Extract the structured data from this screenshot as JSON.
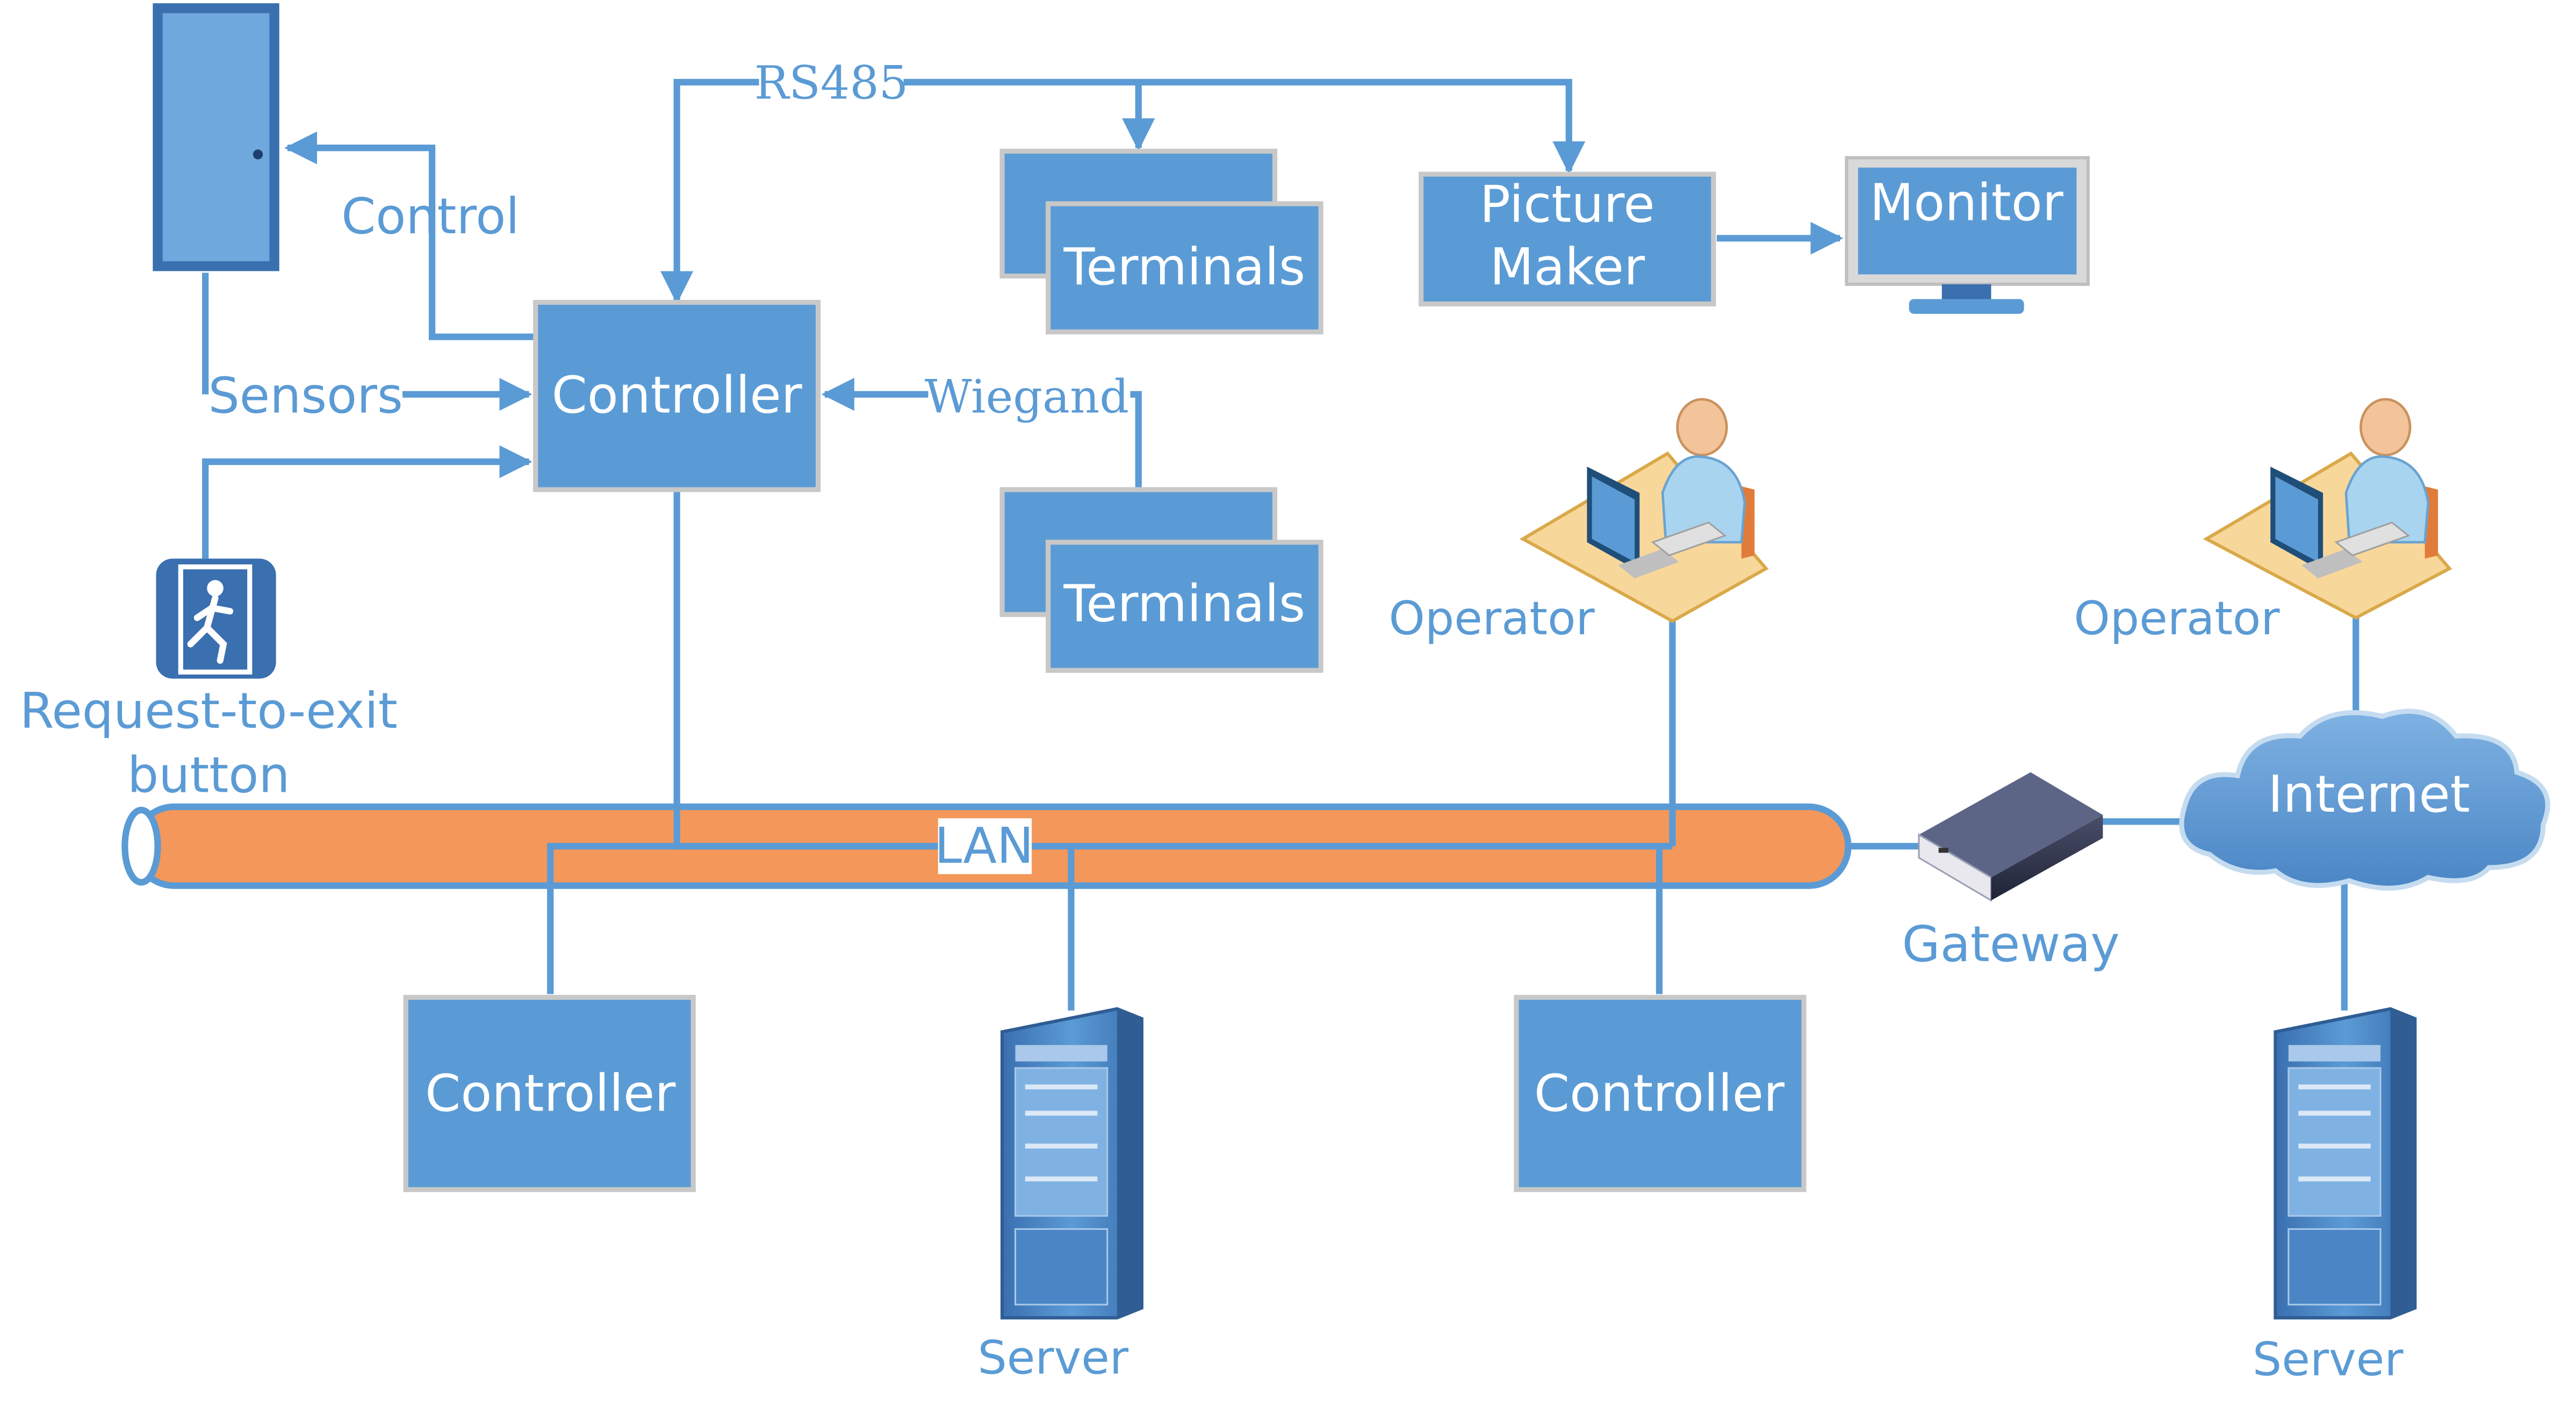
{
  "labels": {
    "rs485": "RS485",
    "control": "Control",
    "sensors": "Sensors",
    "wiegand": "Wiegand",
    "controller_main": "Controller",
    "terminals_top": "Terminals",
    "terminals_bottom": "Terminals",
    "picture_maker_line1": "Picture",
    "picture_maker_line2": "Maker",
    "monitor": "Monitor",
    "request_to_exit_line1": "Request-to-exit",
    "request_to_exit_line2": "button",
    "lan": "LAN",
    "operator_left": "Operator",
    "operator_right": "Operator",
    "gateway": "Gateway",
    "internet": "Internet",
    "controller_lan_left": "Controller",
    "controller_lan_right": "Controller",
    "server_left": "Server",
    "server_right": "Server"
  },
  "colors": {
    "box_fill": "#5b9bd5",
    "box_border": "#c8c8c8",
    "line": "#5b9bd5",
    "label_text": "#5b9bd5",
    "box_text": "#ffffff",
    "lan_pipe": "#f4975a",
    "door": "#6fa8dc",
    "desk": "#f8d79a",
    "internet_cloud": "#5b9bd5"
  },
  "icons": [
    "door-icon",
    "exit-button-icon",
    "monitor-icon",
    "operator-workstation-icon",
    "server-icon",
    "gateway-icon",
    "cloud-icon"
  ]
}
